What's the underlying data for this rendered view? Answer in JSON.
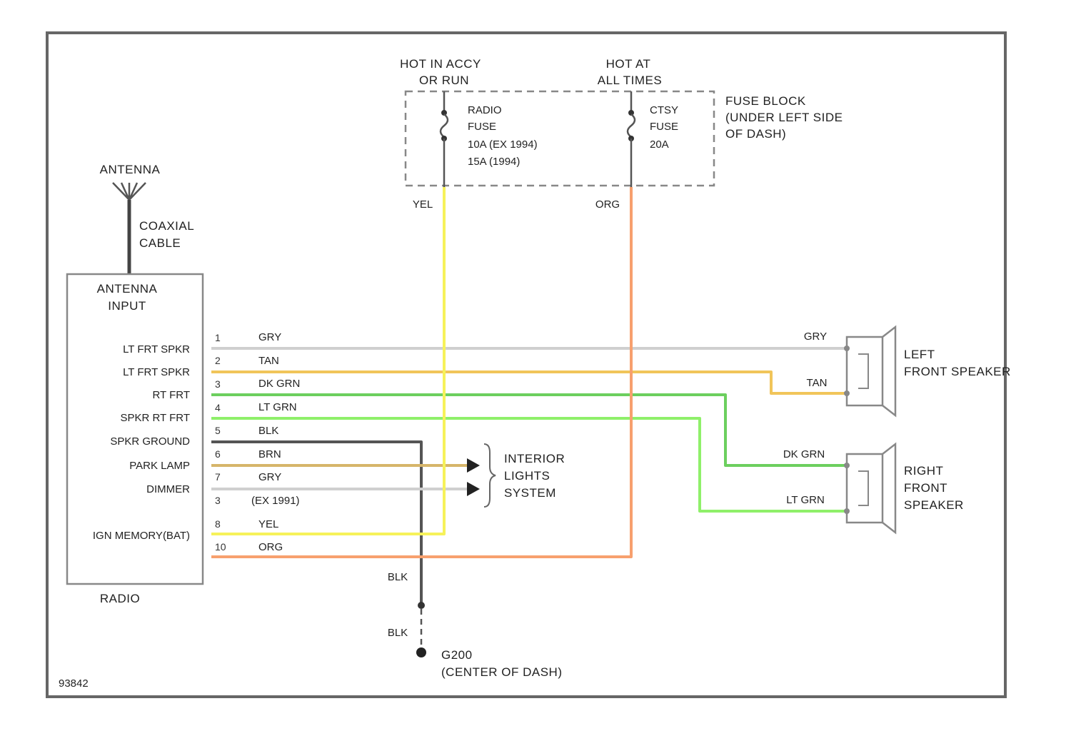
{
  "fuse_block": {
    "hot_left": [
      "HOT IN ACCY",
      "OR RUN"
    ],
    "hot_right": [
      "HOT AT",
      "ALL TIMES"
    ],
    "location": [
      "FUSE BLOCK",
      "(UNDER LEFT SIDE",
      "OF DASH)"
    ],
    "radio_fuse": [
      "RADIO",
      "FUSE",
      "10A (EX 1994)",
      "15A (1994)"
    ],
    "ctsy_fuse": [
      "CTSY",
      "FUSE",
      "20A"
    ],
    "wire_left": "YEL",
    "wire_right": "ORG"
  },
  "antenna": {
    "label": "ANTENNA",
    "cable": [
      "COAXIAL",
      "CABLE"
    ]
  },
  "radio": {
    "name": "RADIO",
    "input": [
      "ANTENNA",
      "INPUT"
    ],
    "terminals": [
      "LT FRT SPKR",
      "LT FRT SPKR",
      "RT FRT",
      "SPKR RT FRT",
      "SPKR GROUND",
      "PARK LAMP",
      "DIMMER",
      "IGN MEMORY(BAT)"
    ],
    "pins": [
      "1",
      "2",
      "3",
      "4",
      "5",
      "6",
      "7",
      "3",
      "8",
      "10"
    ],
    "wires": [
      "GRY",
      "TAN",
      "DK GRN",
      "LT GRN",
      "BLK",
      "BRN",
      "GRY",
      "(EX 1991)",
      "YEL",
      "ORG"
    ]
  },
  "interior": [
    "INTERIOR",
    "LIGHTS",
    "SYSTEM"
  ],
  "left_speaker": {
    "name": [
      "LEFT",
      "FRONT SPEAKER"
    ],
    "wires": [
      "GRY",
      "TAN"
    ]
  },
  "right_speaker": {
    "name": [
      "RIGHT",
      "FRONT",
      "SPEAKER"
    ],
    "wires": [
      "DK GRN",
      "LT GRN"
    ]
  },
  "ground": {
    "wire_top": "BLK",
    "wire_bottom": "BLK",
    "label": [
      "G200",
      "(CENTER OF DASH)"
    ]
  },
  "figure_id": "93842",
  "colors": {
    "gry": "#cfcfcf",
    "tan": "#f1c55a",
    "dk_grn": "#6ccf5e",
    "lt_grn": "#8ff06a",
    "blk": "#555555",
    "brn": "#d6b56a",
    "yel": "#f6f25a",
    "org": "#f7a06e"
  }
}
